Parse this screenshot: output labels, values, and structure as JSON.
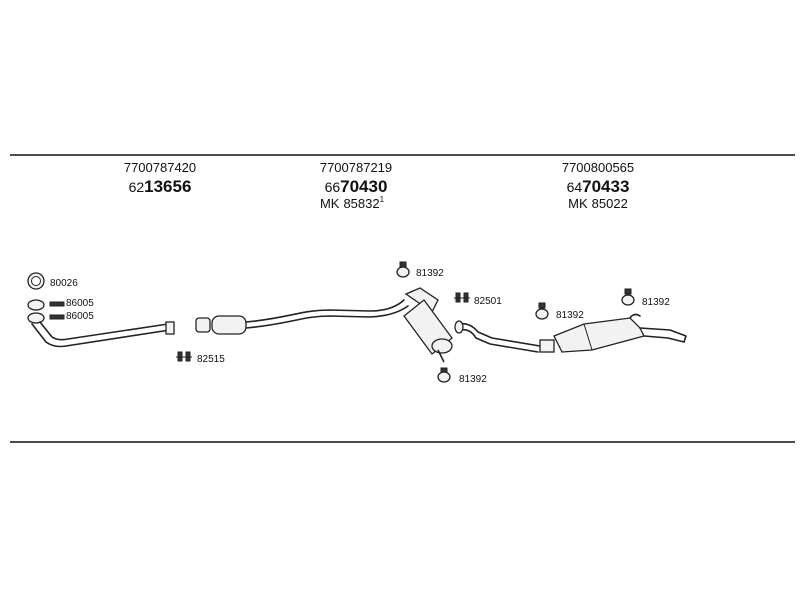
{
  "header": {
    "groups": [
      {
        "long_number": "7700787420",
        "prefix": "62",
        "main": "13656",
        "mk_label": "",
        "mk_number": "",
        "sup": ""
      },
      {
        "long_number": "7700787219",
        "prefix": "66",
        "main": "70430",
        "mk_label": "MK",
        "mk_number": "85832",
        "sup": "1"
      },
      {
        "long_number": "7700800565",
        "prefix": "64",
        "main": "70433",
        "mk_label": "MK",
        "mk_number": "85022",
        "sup": ""
      }
    ]
  },
  "parts": {
    "p80026": "80026",
    "p86005a": "86005",
    "p86005b": "86005",
    "p82515": "82515",
    "p81392_top": "81392",
    "p82501": "82501",
    "p81392_mid": "81392",
    "p81392_right": "81392",
    "p81392_bottom": "81392"
  },
  "colors": {
    "line": "#111111",
    "part_fill": "#f2f2f2"
  }
}
